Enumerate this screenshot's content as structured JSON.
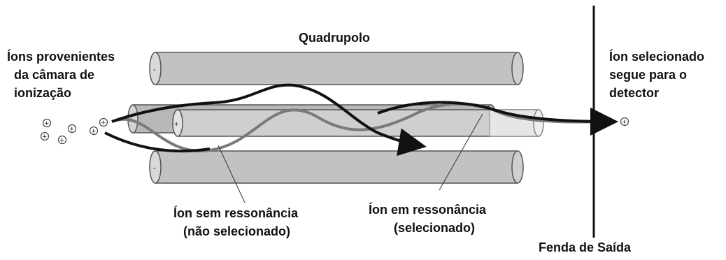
{
  "labels": {
    "quadrupole": "Quadrupolo",
    "ions_source_line1": "Íons provenientes",
    "ions_source_line2": "da câmara de",
    "ions_source_line3": "ionização",
    "selected_ion_line1": "Íon selecionado",
    "selected_ion_line2": "segue para o",
    "selected_ion_line3": "detector",
    "nonresonant_line1": "Íon sem ressonância",
    "nonresonant_line2": "(não selecionado)",
    "resonant_line1": "Íon em ressonância",
    "resonant_line2": "(selecionado)",
    "exit_slit": "Fenda de Saída"
  },
  "symbols": {
    "positive_ion": "+",
    "negative_rod": "-",
    "positive_rod": "+"
  },
  "colors": {
    "rod_fill": "#bdbdbd",
    "rod_front_fill": "#d4d4d4",
    "rod_stroke": "#555555",
    "nonresonant_path": "#111111",
    "resonant_path": "#7a7a7a",
    "slit": "#111111"
  }
}
